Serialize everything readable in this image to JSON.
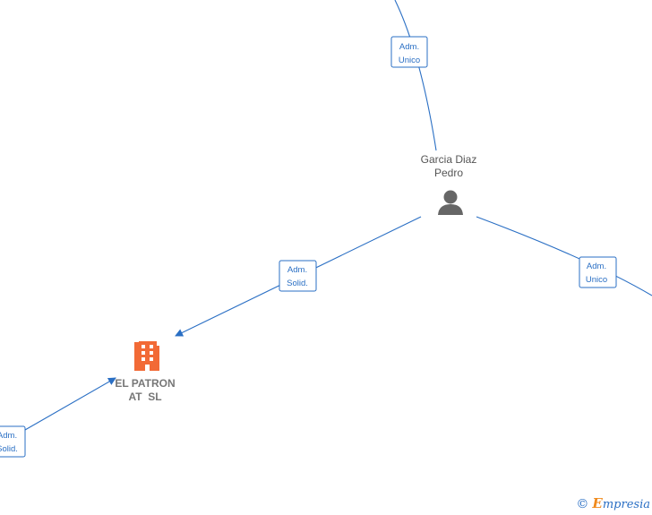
{
  "nodes": {
    "person": {
      "name_line1": "Garcia Diaz",
      "name_line2": "Pedro",
      "icon": "person-icon"
    },
    "company": {
      "name_line1": "EL PATRON",
      "name_line2": "AT  SL",
      "icon": "building-icon",
      "color": "#f26a36"
    }
  },
  "edges": [
    {
      "id": "top",
      "label_line1": "Adm.",
      "label_line2": "Unico"
    },
    {
      "id": "left",
      "label_line1": "Adm.",
      "label_line2": "Solid."
    },
    {
      "id": "right",
      "label_line1": "Adm.",
      "label_line2": "Unico"
    },
    {
      "id": "bottom-left",
      "label_line1": "Adm.",
      "label_line2": "Solid."
    }
  ],
  "colors": {
    "edge": "#2a6fc4",
    "company_icon": "#f26a36",
    "person_icon": "#666666"
  },
  "brand": {
    "copyright_symbol": "©",
    "initial": "E",
    "rest": "mpresia"
  }
}
